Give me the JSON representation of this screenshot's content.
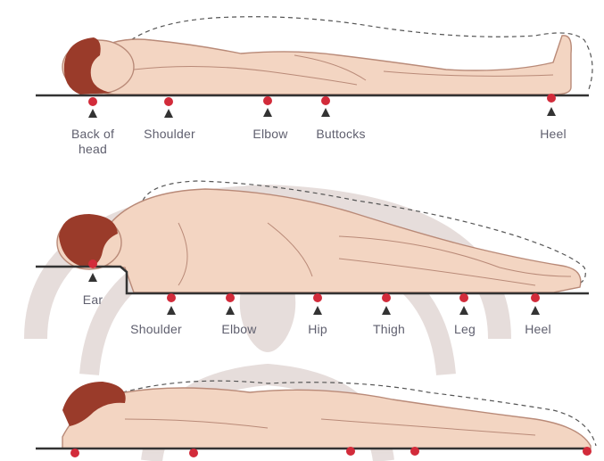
{
  "colors": {
    "skin": "#f3d5c2",
    "skin_outline": "#b98a78",
    "hair": "#9a3b2a",
    "surface_line": "#333333",
    "pressure_point": "#d22b3a",
    "arrow": "#333333",
    "label_text": "#5f5f6e",
    "watermark": "#c4a29a"
  },
  "diagrams": [
    {
      "position": "supine",
      "points": [
        {
          "label": "Back of head"
        },
        {
          "label": "Shoulder"
        },
        {
          "label": "Elbow"
        },
        {
          "label": "Buttocks"
        },
        {
          "label": "Heel"
        }
      ]
    },
    {
      "position": "lateral",
      "points": [
        {
          "label": "Ear"
        },
        {
          "label": "Shoulder"
        },
        {
          "label": "Elbow"
        },
        {
          "label": "Hip"
        },
        {
          "label": "Thigh"
        },
        {
          "label": "Leg"
        },
        {
          "label": "Heel"
        }
      ]
    },
    {
      "position": "prone",
      "points": []
    }
  ]
}
